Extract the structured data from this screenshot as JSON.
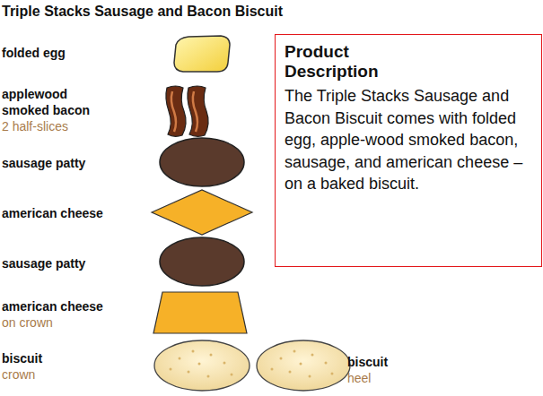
{
  "diagram": {
    "title": "Triple Stacks Sausage and Bacon Biscuit",
    "nodes": [
      {
        "text": [
          "Product Description",
          "The Triple Stacks Sausage and Bacon Biscuit comes with folded egg, apple-wood smoked bacon, sausage, and american cheese – on a baked biscuit."
        ]
      }
    ],
    "labels": [
      "folded egg",
      "applewood smoked bacon",
      "2 half-slices",
      "sausage patty",
      "american cheese",
      "sausage patty",
      "american cheese",
      "on crown",
      "biscuit",
      "crown",
      "biscuit",
      "heel"
    ]
  }
}
